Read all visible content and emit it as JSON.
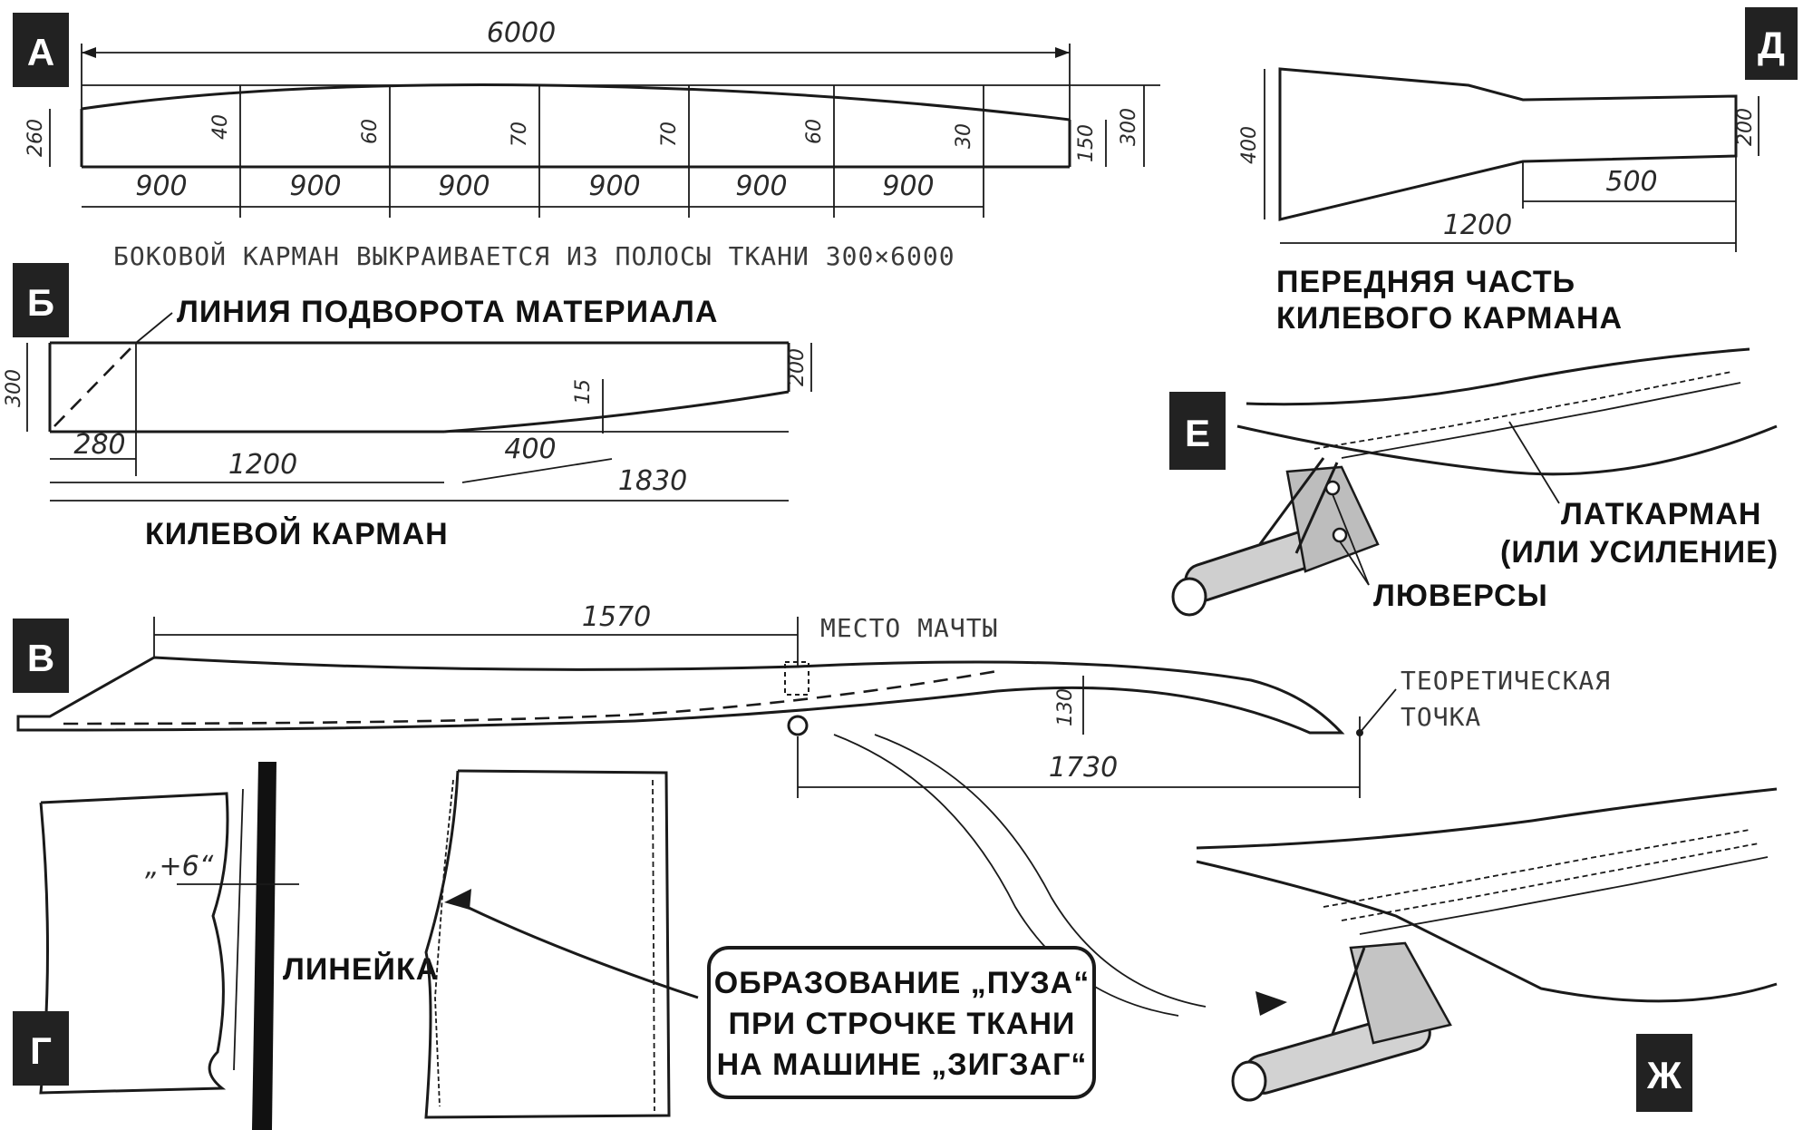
{
  "panel_a": {
    "letter": "А",
    "total_length": "6000",
    "height_left": "260",
    "height_right": "300",
    "height_end": "150",
    "segments": [
      "900",
      "900",
      "900",
      "900",
      "900",
      "900"
    ],
    "offsets": [
      "40",
      "60",
      "70",
      "70",
      "60",
      "30"
    ],
    "caption": "БОКОВОЙ КАРМАН ВЫКРАИВАЕТСЯ ИЗ ПОЛОСЫ ТКАНИ 300×6000"
  },
  "panel_b": {
    "letter": "Б",
    "fold_line_label": "ЛИНИЯ ПОДВОРОТА МАТЕРИАЛА",
    "height": "300",
    "end_height": "200",
    "offset": "15",
    "dim_280": "280",
    "dim_1200": "1200",
    "dim_400": "400",
    "dim_1830": "1830",
    "caption": "КИЛЕВОЙ КАРМАН"
  },
  "panel_v": {
    "letter": "В",
    "dim_1570": "1570",
    "mast_label": "МЕСТО МАЧТЫ",
    "dim_130": "130",
    "dim_1730": "1730",
    "theoretical_point_line1": "ТЕОРЕТИЧЕСКАЯ",
    "theoretical_point_line2": "ТОЧКА"
  },
  "panel_g": {
    "letter": "Г",
    "offset_label": "„+6“",
    "ruler_label": "ЛИНЕЙКА",
    "callout_line1": "ОБРАЗОВАНИЕ „ПУЗА“",
    "callout_line2": "ПРИ СТРОЧКЕ ТКАНИ",
    "callout_line3": "НА МАШИНЕ „ЗИГЗАГ“"
  },
  "panel_d": {
    "letter": "Д",
    "height": "400",
    "end_height": "200",
    "dim_500": "500",
    "dim_1200": "1200",
    "caption_line1": "ПЕРЕДНЯЯ ЧАСТЬ",
    "caption_line2": "КИЛЕВОГО КАРМАНА"
  },
  "panel_e": {
    "letter": "Е",
    "pocket_label_line1": "ЛАТКАРМАН",
    "pocket_label_line2": "(ИЛИ УСИЛЕНИЕ)",
    "grommets_label": "ЛЮВЕРСЫ"
  },
  "panel_zh": {
    "letter": "Ж"
  }
}
